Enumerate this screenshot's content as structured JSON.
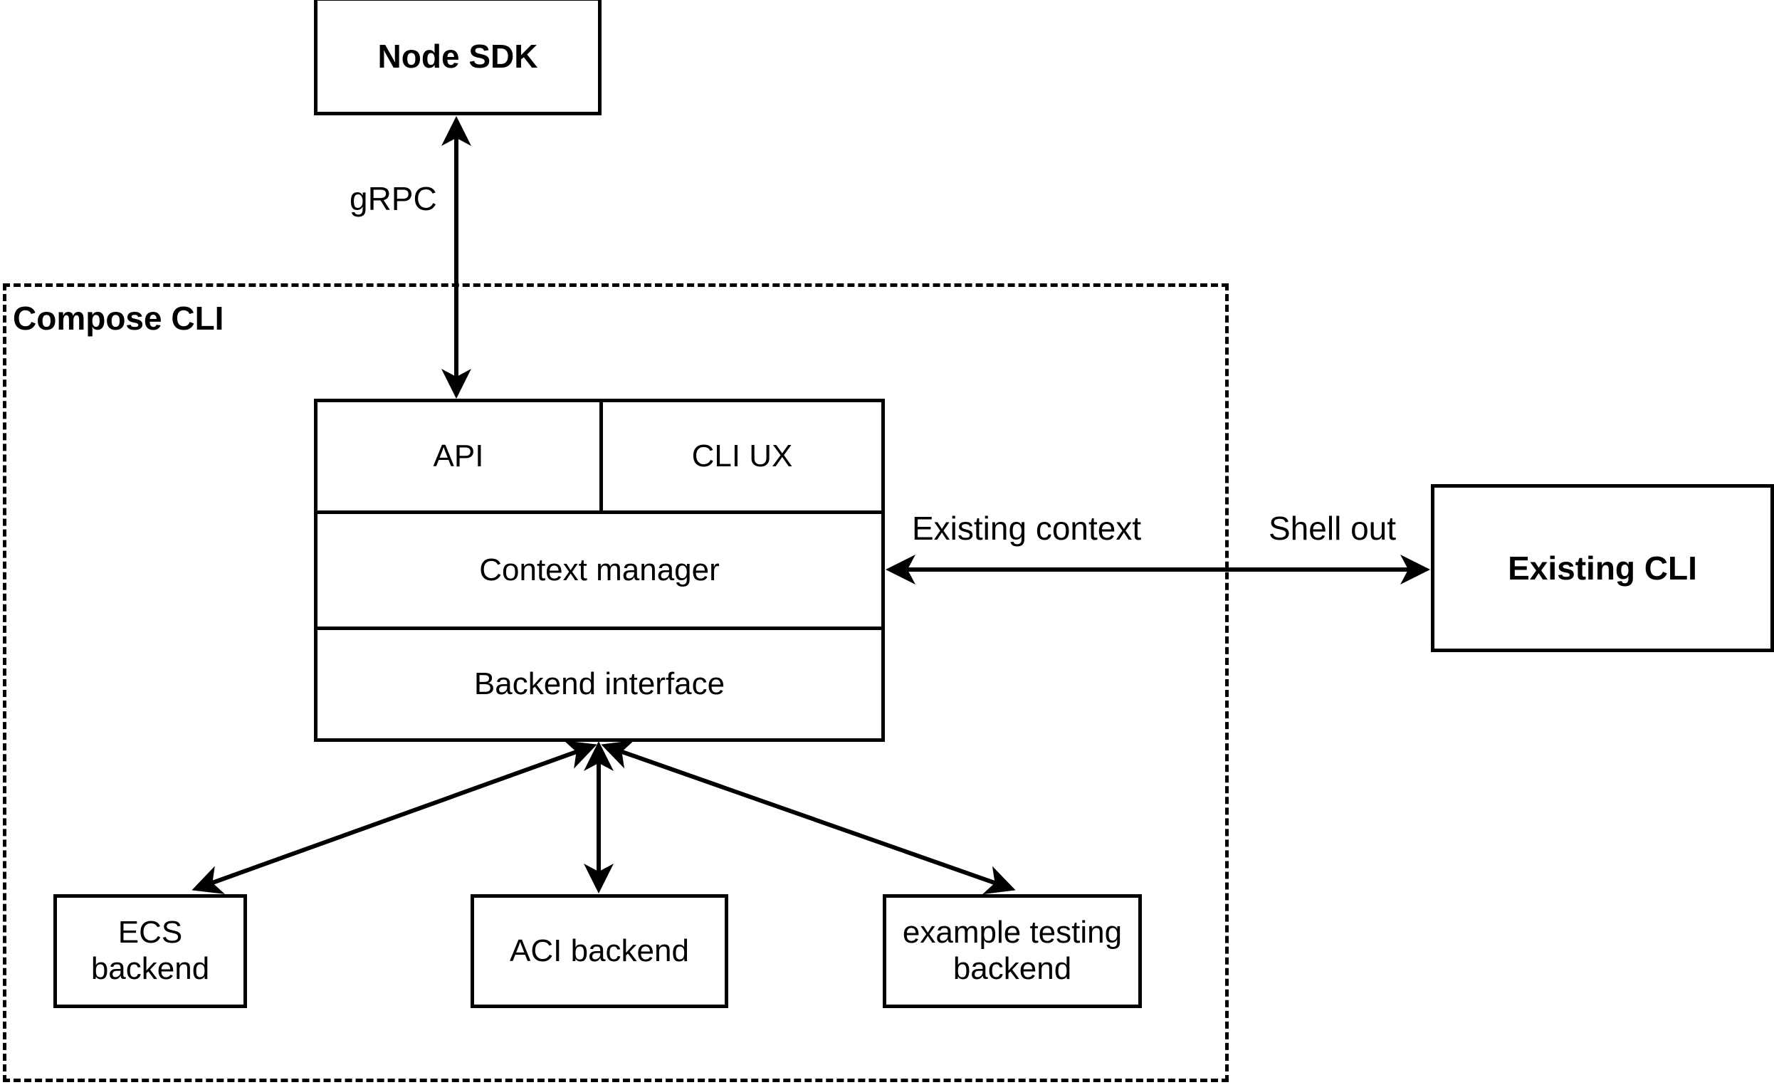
{
  "diagram": {
    "title_group": "Compose CLI",
    "nodes": {
      "node_sdk": "Node SDK",
      "api": "API",
      "cli_ux": "CLI UX",
      "context_manager": "Context manager",
      "backend_interface": "Backend interface",
      "existing_cli": "Existing CLI",
      "ecs_backend": "ECS backend",
      "aci_backend": "ACI backend",
      "example_testing_backend_line1": "example testing",
      "example_testing_backend_line2": "backend"
    },
    "edge_labels": {
      "grpc": "gRPC",
      "existing_context": "Existing context",
      "shell_out": "Shell out"
    },
    "colors": {
      "stroke": "#000000",
      "fill": "#ffffff"
    }
  },
  "chart_data": {
    "type": "diagram",
    "title": "Compose CLI architecture",
    "nodes": [
      {
        "id": "node_sdk",
        "label": "Node SDK",
        "bold": true,
        "group": null
      },
      {
        "id": "compose_cli",
        "label": "Compose CLI",
        "bold": true,
        "group": null,
        "shape": "dashed-container"
      },
      {
        "id": "api",
        "label": "API",
        "bold": false,
        "group": "compose_cli"
      },
      {
        "id": "cli_ux",
        "label": "CLI UX",
        "bold": false,
        "group": "compose_cli"
      },
      {
        "id": "context_manager",
        "label": "Context manager",
        "bold": false,
        "group": "compose_cli"
      },
      {
        "id": "backend_interface",
        "label": "Backend interface",
        "bold": false,
        "group": "compose_cli"
      },
      {
        "id": "ecs_backend",
        "label": "ECS backend",
        "bold": false,
        "group": "compose_cli"
      },
      {
        "id": "aci_backend",
        "label": "ACI backend",
        "bold": false,
        "group": "compose_cli"
      },
      {
        "id": "example_testing_backend",
        "label": "example testing backend",
        "bold": false,
        "group": "compose_cli"
      },
      {
        "id": "existing_cli",
        "label": "Existing CLI",
        "bold": true,
        "group": null
      }
    ],
    "edges": [
      {
        "from": "api",
        "to": "node_sdk",
        "label": "gRPC",
        "arrows": "both"
      },
      {
        "from": "context_manager",
        "to": "existing_cli",
        "label": "Existing context / Shell out",
        "arrows": "both"
      },
      {
        "from": "backend_interface",
        "to": "ecs_backend",
        "label": "",
        "arrows": "both"
      },
      {
        "from": "backend_interface",
        "to": "aci_backend",
        "label": "",
        "arrows": "both"
      },
      {
        "from": "backend_interface",
        "to": "example_testing_backend",
        "label": "",
        "arrows": "both"
      }
    ]
  }
}
